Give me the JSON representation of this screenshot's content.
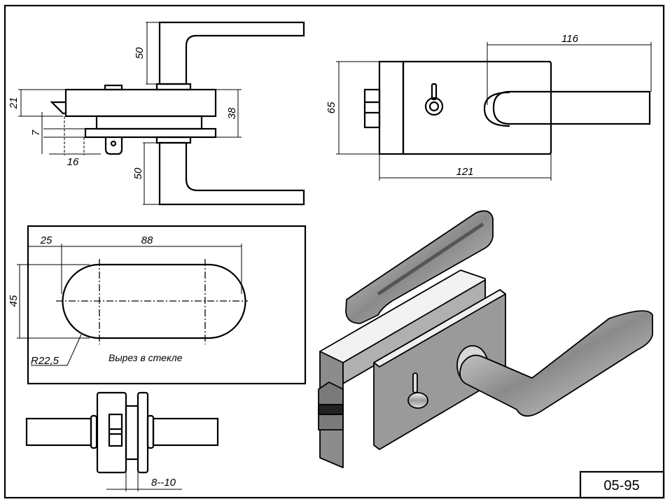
{
  "drawing": {
    "code": "05-95",
    "views": {
      "side_view": {
        "dimensions": {
          "handle_top_height": "50",
          "handle_bottom_height": "50",
          "latch_height": "21",
          "body_height": "38",
          "plate_gap": "7",
          "latch_offset": "16"
        }
      },
      "front_view": {
        "dimensions": {
          "handle_length": "116",
          "height": "65",
          "width": "121"
        }
      },
      "glass_cutout": {
        "caption": "Вырез в стекле",
        "dimensions": {
          "edge_offset": "25",
          "center_distance": "88",
          "height": "45",
          "radius": "R22,5"
        }
      },
      "top_view": {
        "dimensions": {
          "glass_thickness": "8--10"
        }
      },
      "isometric_view": {
        "description": "3D render of glass door lock with lever handles"
      }
    }
  }
}
